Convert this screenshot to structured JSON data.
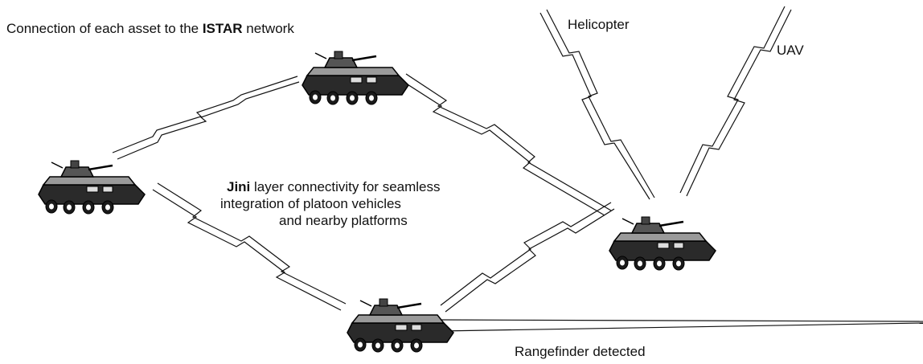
{
  "title": {
    "prefix": "Connection of each asset to the ",
    "emphasis": "ISTAR",
    "suffix": " network"
  },
  "jini_text": {
    "emphasis": "Jini",
    "line1_rest": " layer connectivity for seamless",
    "line2": "integration of platoon vehicles",
    "line3": "and nearby platforms"
  },
  "labels": {
    "helicopter": "Helicopter",
    "uav": "UAV",
    "rangefinder": "Rangefinder detected"
  },
  "vehicles": [
    "vehicle-top",
    "vehicle-left",
    "vehicle-right",
    "vehicle-bottom"
  ],
  "links": [
    "link-left-top",
    "link-top-right",
    "link-left-bottom",
    "link-bottom-right",
    "link-helicopter-right",
    "link-uav-right"
  ],
  "colors": {
    "ink": "#111111",
    "background": "#ffffff"
  }
}
